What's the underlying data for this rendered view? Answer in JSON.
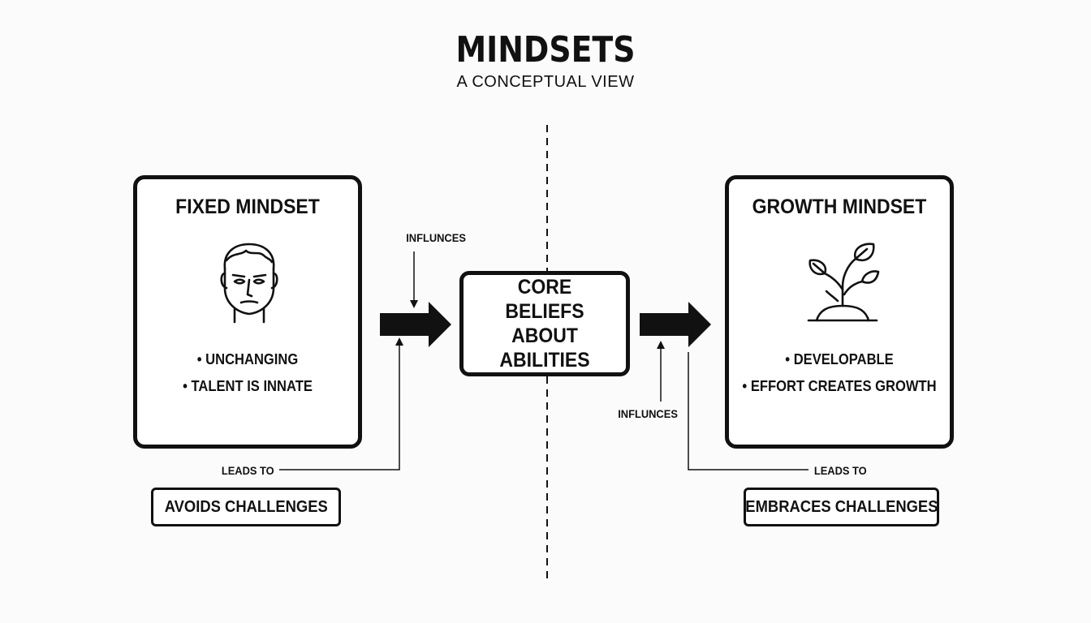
{
  "title": "MINDSETS",
  "subtitle": "A CONCEPTUAL VIEW",
  "fixed": {
    "title": "FIXED MINDSET",
    "icon": "face-icon",
    "bullets": [
      "UNCHANGING",
      "TALENT IS INNATE"
    ],
    "influences_label": "INFLUNCES",
    "leads_to_label": "LEADS TO",
    "outcome": "AVOIDS CHALLENGES"
  },
  "core": {
    "label": "CORE BELIEFS ABOUT ABILITIES"
  },
  "growth": {
    "title": "GROWTH MINDSET",
    "icon": "sprout-icon",
    "bullets": [
      "DEVELOPABLE",
      "EFFORT CREATES GROWTH"
    ],
    "influences_label": "INFLUNCES",
    "leads_to_label": "LEADS TO",
    "outcome": "EMBRACES CHALLENGES"
  }
}
